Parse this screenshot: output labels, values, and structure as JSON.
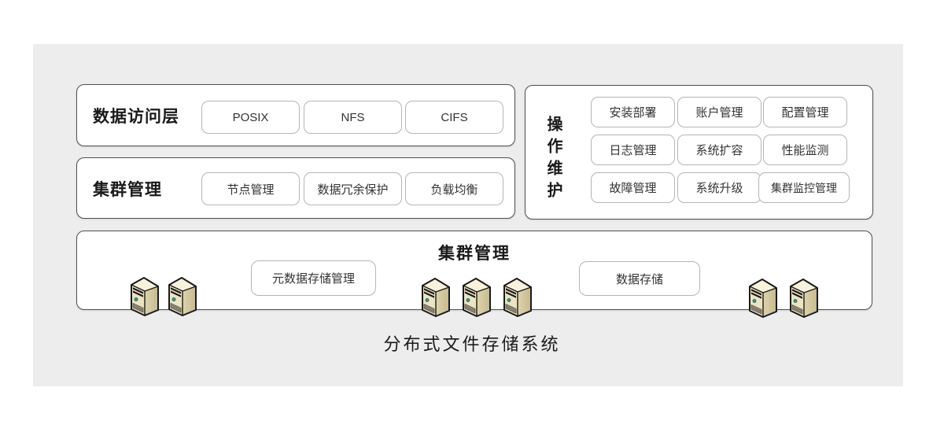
{
  "caption": "分布式文件存储系统",
  "panels": {
    "data_access": {
      "label": "数据访问层",
      "items": [
        "POSIX",
        "NFS",
        "CIFS"
      ]
    },
    "cluster": {
      "label": "集群管理",
      "items": [
        "节点管理",
        "数据冗余保护",
        "负载均衡"
      ]
    },
    "ops": {
      "label": "操作维护",
      "items": [
        "安装部署",
        "账户管理",
        "配置管理",
        "日志管理",
        "系统扩容",
        "性能监测",
        "故障管理",
        "系统升级",
        "集群监控管理"
      ]
    },
    "storage": {
      "title": "集群管理",
      "boxes": [
        "元数据存储管理",
        "数据存储"
      ],
      "server_icon": "server-tower-icon",
      "server_count": 7
    }
  },
  "colors": {
    "surface": "#ededee",
    "panel_border": "#4f4f4f",
    "item_border": "#b5b5b5",
    "title_text": "#1a1a1a",
    "item_text": "#333333",
    "server_top": "#f7f2dd",
    "server_front": "#ece3c3",
    "server_side_light": "#ddd3ad",
    "server_side_dark": "#c6ba8e",
    "server_outline": "#1a1a1a",
    "server_led": "#3f948d",
    "server_grill": "#a89f90"
  }
}
